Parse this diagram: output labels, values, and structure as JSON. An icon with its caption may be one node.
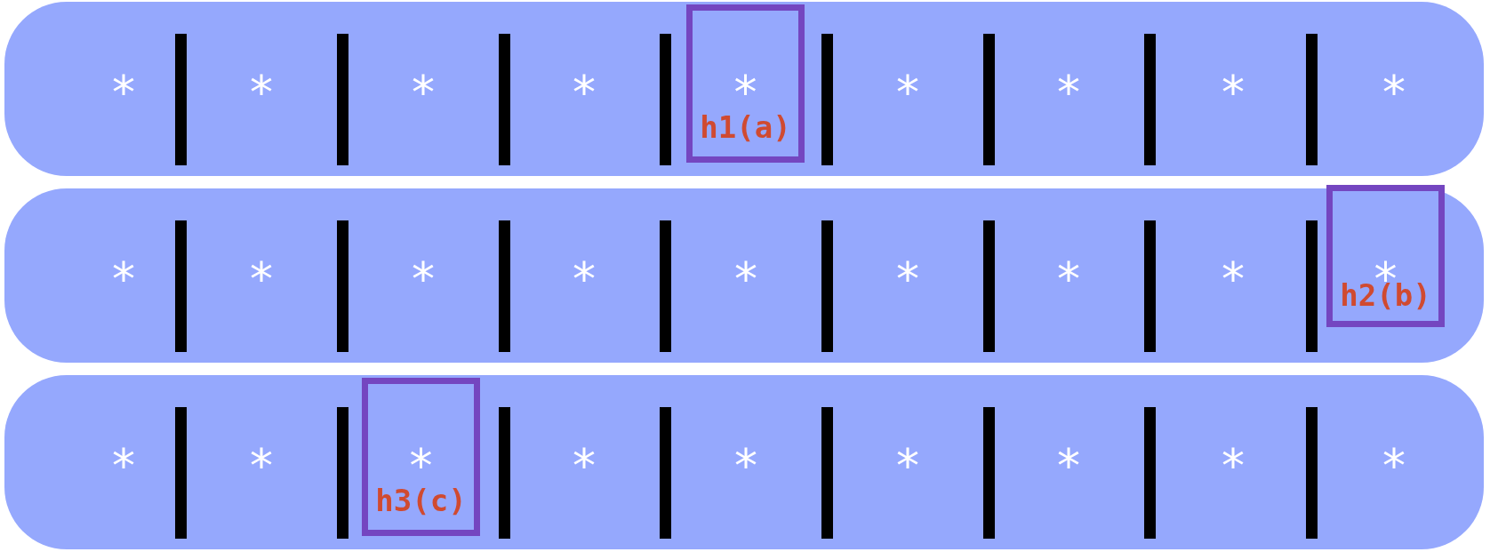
{
  "diagram": {
    "nodes": [
      {
        "text": [
          "*",
          "*",
          "*",
          "*",
          "*",
          "*",
          "*",
          "*"
        ]
      },
      {
        "text": [
          "*",
          "h1(a)"
        ],
        "in": 0
      },
      {
        "text": [
          "*",
          "*",
          "*",
          "*",
          "*",
          "*",
          "*",
          "*"
        ]
      },
      {
        "text": [
          "*",
          "h2(b)"
        ],
        "in": 2
      },
      {
        "text": [
          "*",
          "*",
          "*",
          "*",
          "*",
          "*",
          "*",
          "*"
        ]
      },
      {
        "text": [
          "*",
          "h3(c)"
        ],
        "in": 4
      }
    ],
    "edges": []
  }
}
